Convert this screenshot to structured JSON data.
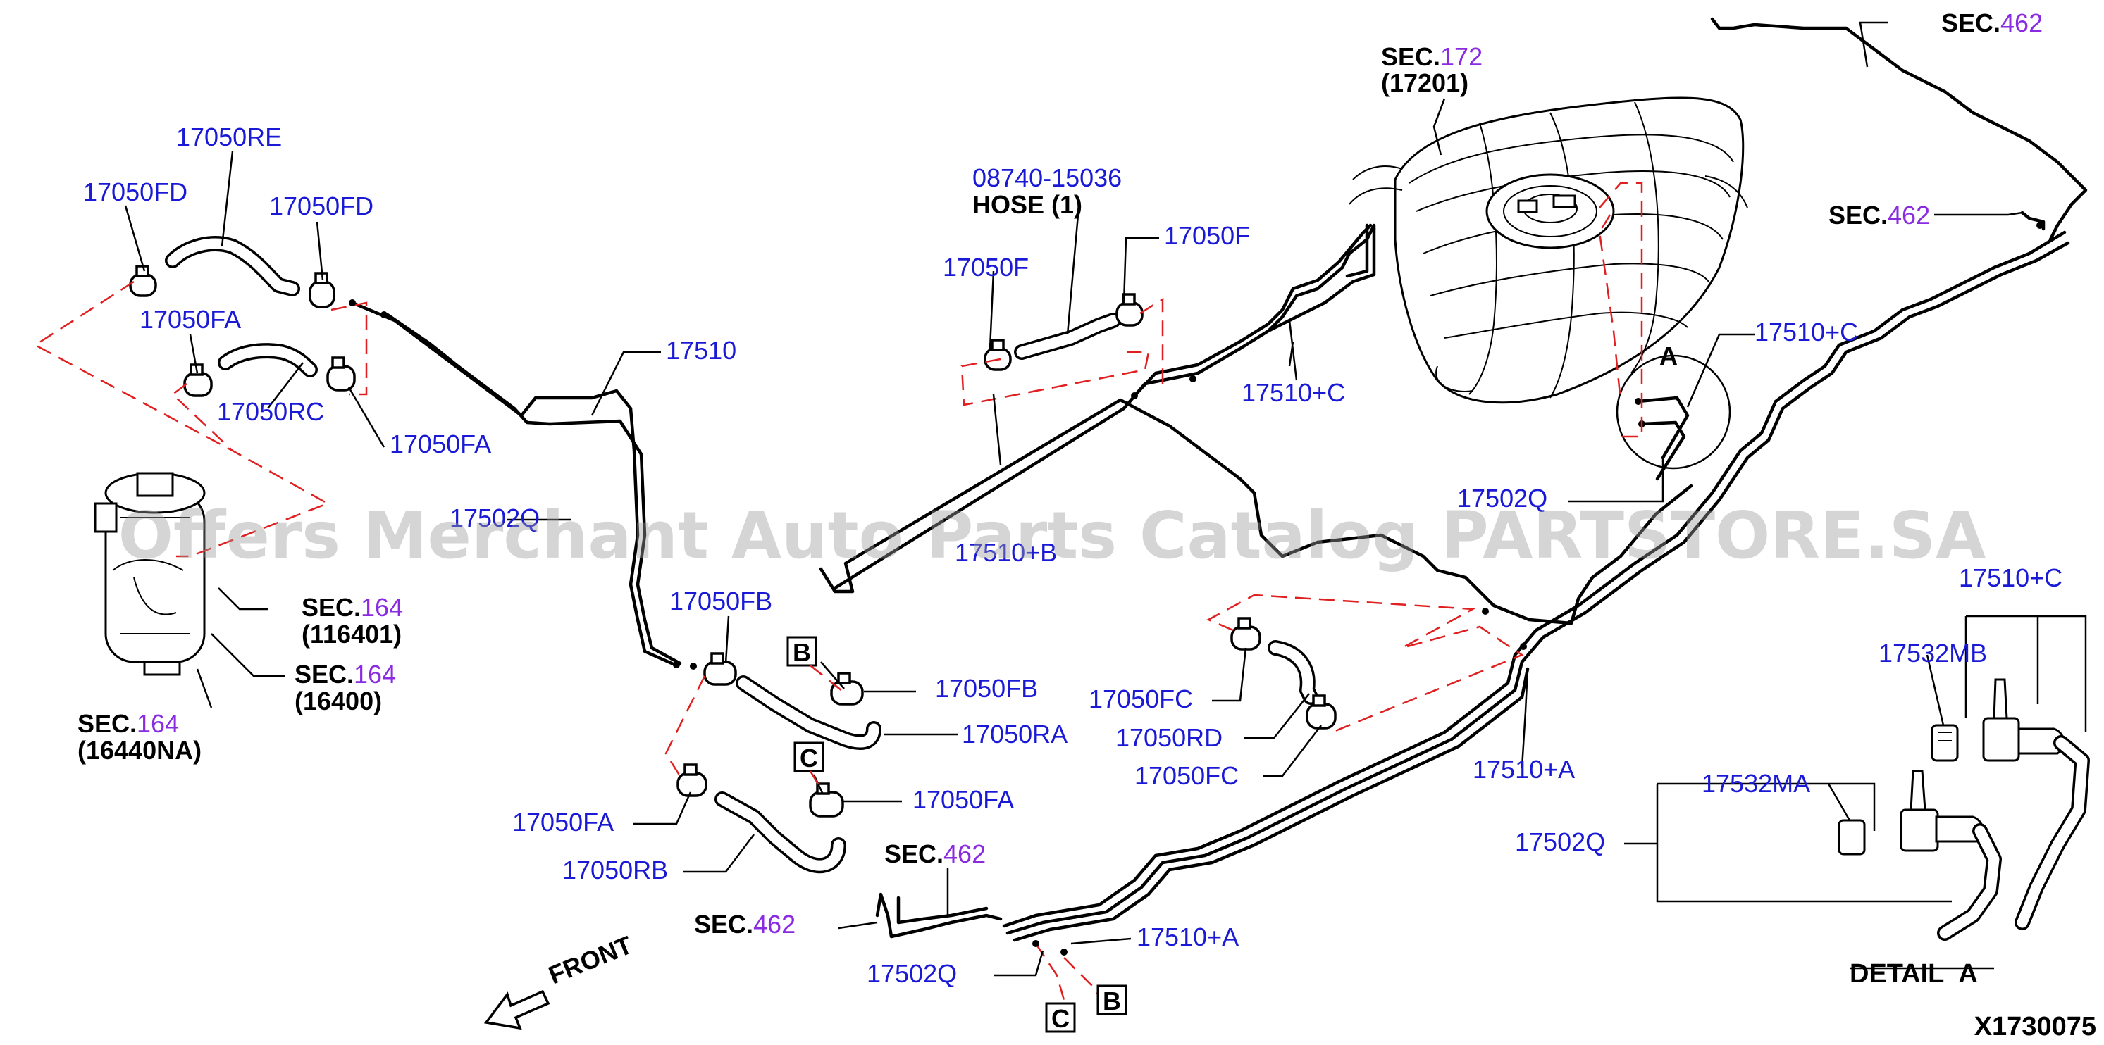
{
  "colors": {
    "part_number": "#1a1ad6",
    "section_number": "#8a2be2",
    "section_text": "#000000",
    "reference_dash": "#e02020",
    "line": "#000000"
  },
  "watermark": "Offers Merchant Auto Parts Catalog PARTSTORE.SA",
  "diagram_id": "X1730075",
  "detail": {
    "title": "DETAIL",
    "letter": "A"
  },
  "callouts": {
    "a": "A",
    "b": "B",
    "c": "C"
  },
  "front_label": "FRONT",
  "hose_part": {
    "number": "08740-15036",
    "name": "HOSE (1)"
  },
  "parts": {
    "p17050re": "17050RE",
    "p17050fd_left": "17050FD",
    "p17050fd_right": "17050FD",
    "p17050fa_1": "17050FA",
    "p17050rc": "17050RC",
    "p17050fa_2": "17050FA",
    "p17510_main": "17510",
    "p17502q_hidden": "17502Q",
    "p17510b_hidden": "17510+B",
    "p17050f_left": "17050F",
    "p17050f_right": "17050F",
    "p17510c_tank": "17510+C",
    "p17510c_right": "17510+C",
    "p17502q_right": "17502Q",
    "p17050fb_1": "17050FB",
    "p17050fb_2": "17050FB",
    "p17050ra": "17050RA",
    "p17050fa_3": "17050FA",
    "p17050fa_4": "17050FA",
    "p17050rb": "17050RB",
    "p17050fc_1": "17050FC",
    "p17050rd": "17050RD",
    "p17050fc_2": "17050FC",
    "p17510a_1": "17510+A",
    "p17510a_2": "17510+A",
    "p17502q_bottom": "17502Q",
    "p17510c_detail": "17510+C",
    "p17532mb": "17532MB",
    "p17532ma": "17532MA",
    "p17502q_detail": "17502Q"
  },
  "sections": {
    "s172": {
      "prefix": "SEC.",
      "number": "172",
      "sub": "(17201)"
    },
    "s462_top": {
      "prefix": "SEC.",
      "number": "462"
    },
    "s462_mid": {
      "prefix": "SEC.",
      "number": "462"
    },
    "s462_bottom_a": {
      "prefix": "SEC.",
      "number": "462"
    },
    "s462_bottom_b": {
      "prefix": "SEC.",
      "number": "462"
    },
    "s164_a": {
      "prefix": "SEC.",
      "number": "164",
      "sub": "(116401)"
    },
    "s164_b": {
      "prefix": "SEC.",
      "number": "164",
      "sub": "(16400)"
    },
    "s164_c": {
      "prefix": "SEC.",
      "number": "164",
      "sub": "(16440NA)"
    }
  }
}
